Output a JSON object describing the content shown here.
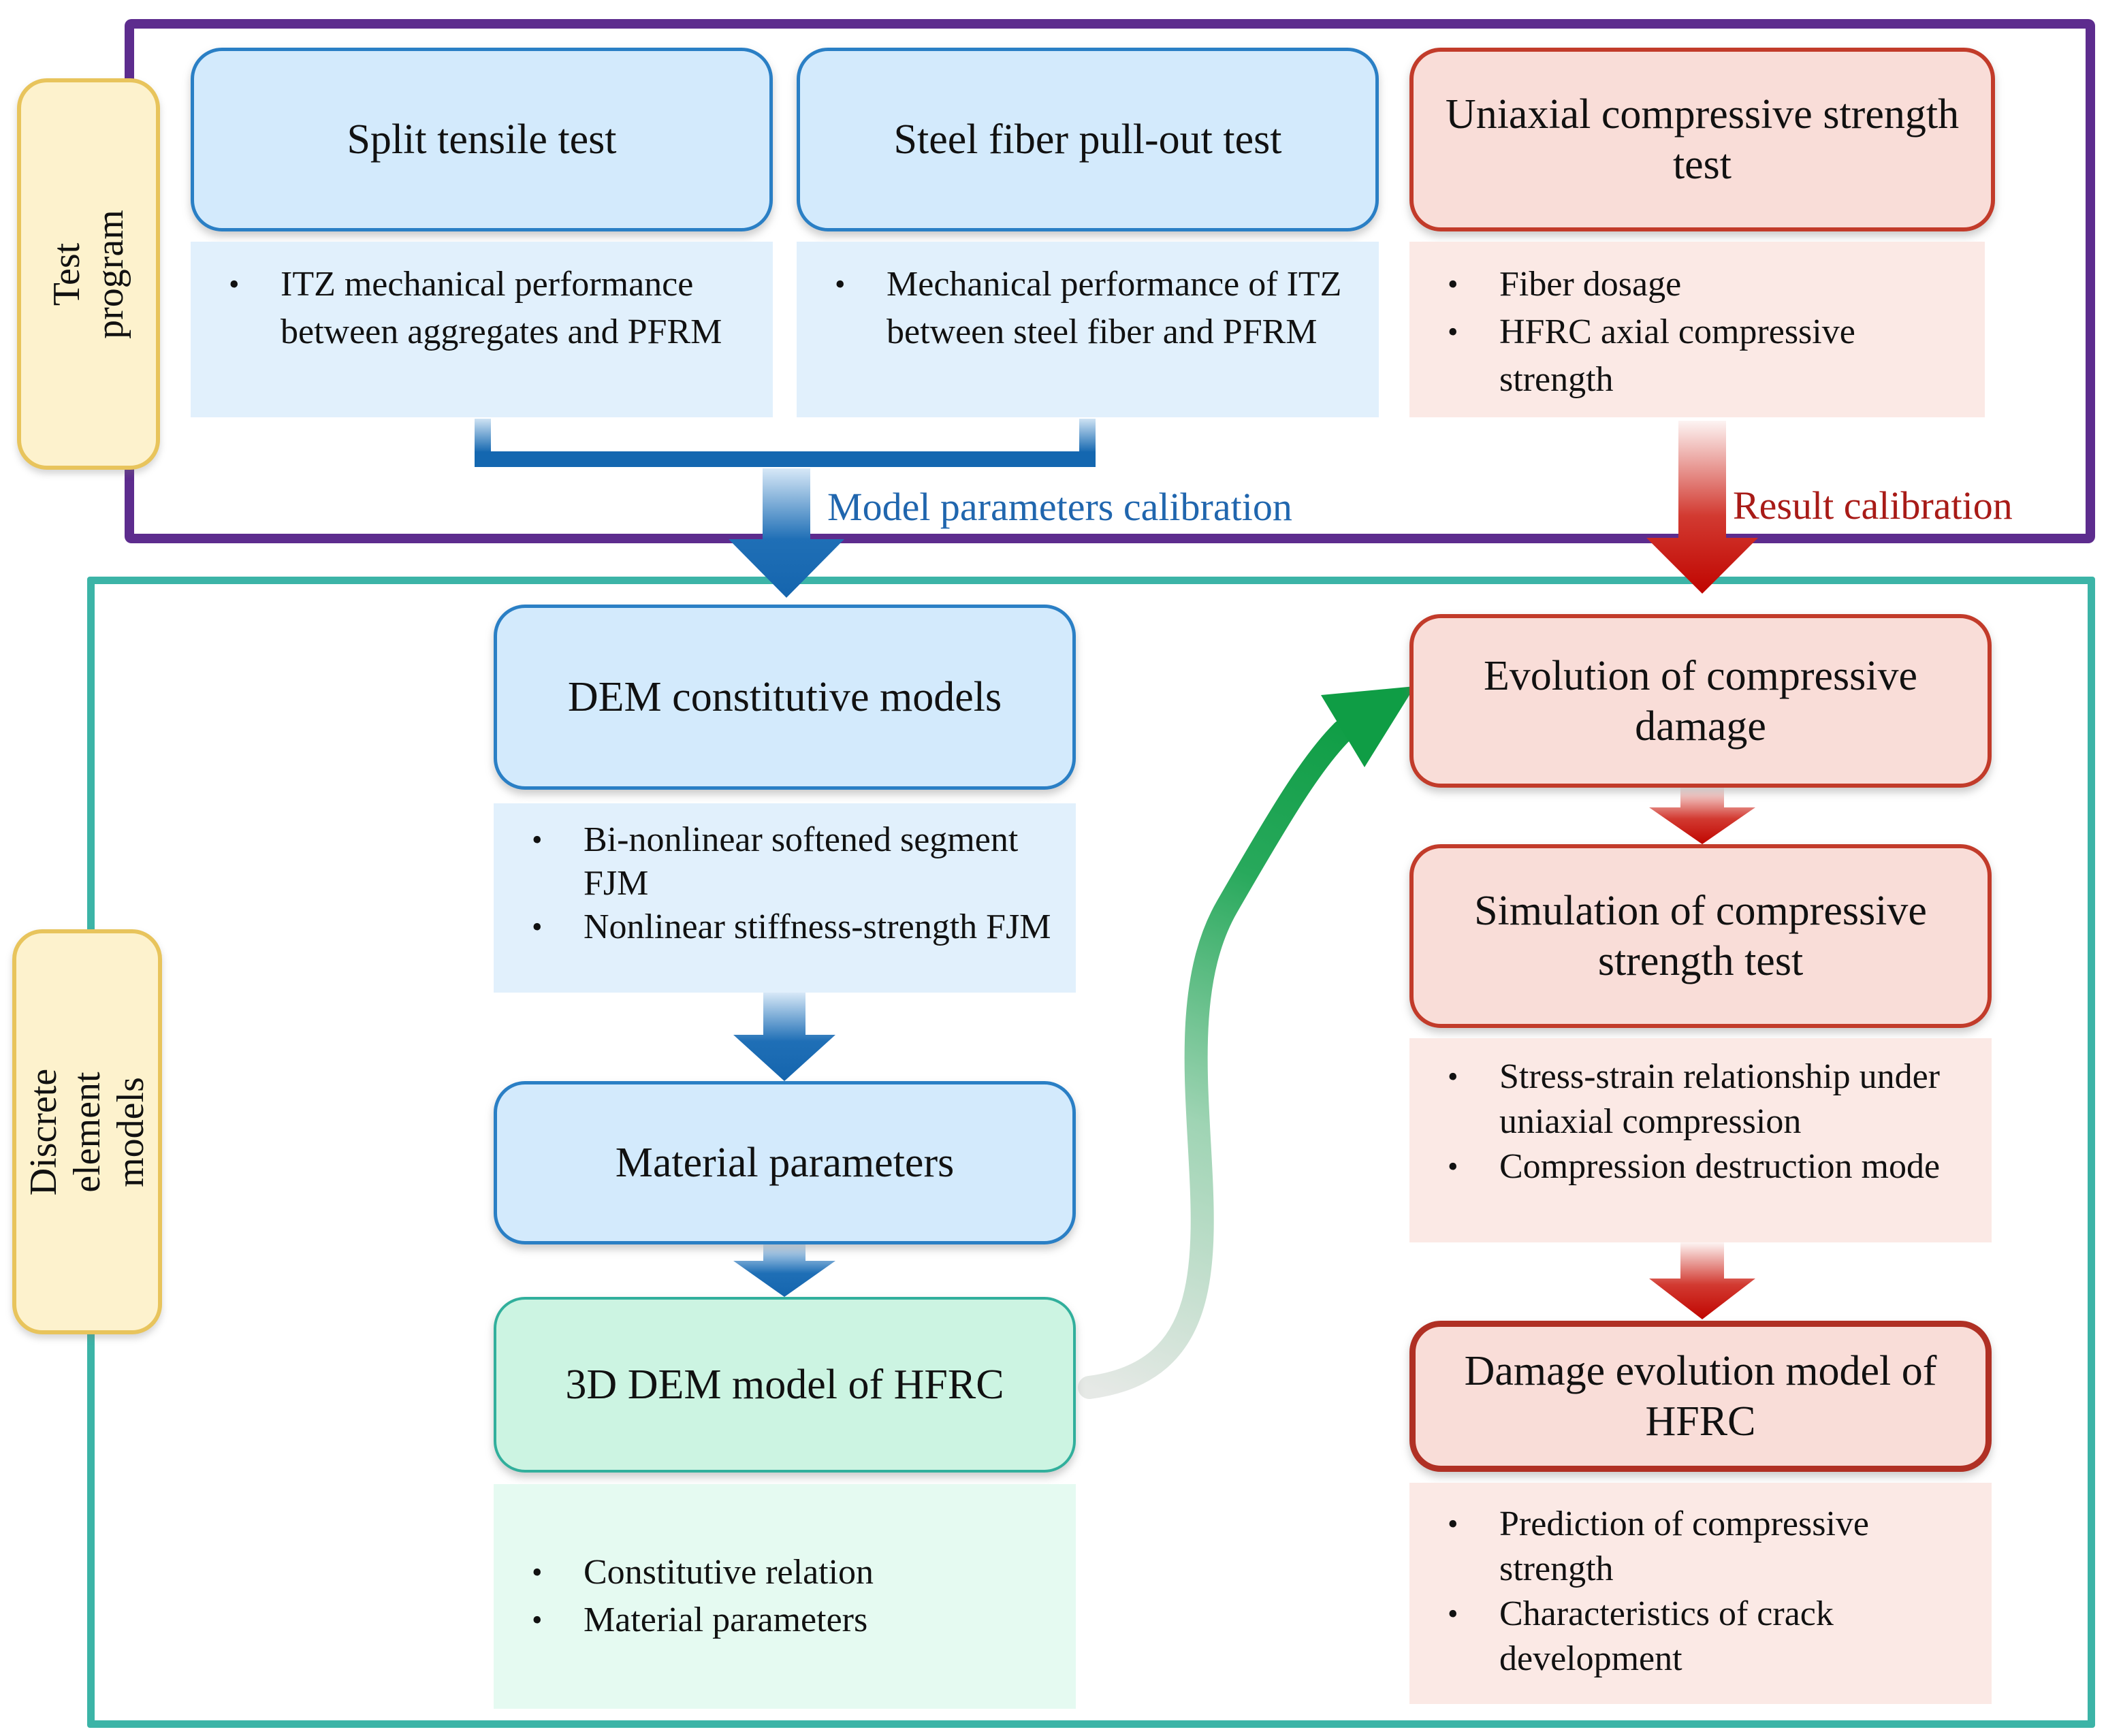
{
  "sections": {
    "test_program": {
      "label": "Test program"
    },
    "discrete_element_models": {
      "label": "Discrete element models"
    }
  },
  "top_row": {
    "split_tensile": {
      "title": "Split tensile test",
      "bullet1": "ITZ mechanical performance between aggregates and PFRM"
    },
    "fiber_pullout": {
      "title": "Steel fiber pull-out test",
      "bullet1": "Mechanical performance of ITZ between steel fiber and PFRM"
    },
    "uniaxial": {
      "title": "Uniaxial compressive strength test",
      "bullet1": "Fiber dosage",
      "bullet2": "HFRC axial compressive strength"
    }
  },
  "calibration": {
    "model_parameters_label": "Model parameters calibration",
    "result_label": "Result calibration"
  },
  "left_flow": {
    "dem_models": {
      "title": "DEM constitutive models",
      "bullet1": "Bi-nonlinear softened segment FJM",
      "bullet2": "Nonlinear stiffness-strength FJM"
    },
    "material_parameters": {
      "title": "Material parameters"
    },
    "dem_3d": {
      "title": "3D DEM model of HFRC",
      "bullet1": "Constitutive relation",
      "bullet2": "Material parameters"
    }
  },
  "right_flow": {
    "evolution": {
      "title": "Evolution of compressive damage"
    },
    "simulation": {
      "title": "Simulation of compressive strength test",
      "bullet1": "Stress-strain relationship under uniaxial compression",
      "bullet2": "Compression destruction mode"
    },
    "damage_model": {
      "title": "Damage evolution model of HFRC",
      "bullet1": "Prediction of compressive strength",
      "bullet2": "Characteristics of crack development"
    }
  },
  "colors": {
    "purple_frame": "#5d2c8e",
    "teal_frame": "#3cb4a7",
    "blue_box_fill": "#d3eafc",
    "blue_box_border": "#2a7fc5",
    "blue_panel_fill": "#e1f0fc",
    "red_box_fill": "#f9ddd8",
    "red_box_border": "#c23b2a",
    "red_panel_fill": "#fbe9e5",
    "green_box_fill": "#ccf4e2",
    "green_box_border": "#31af9c",
    "green_panel_fill": "#e5faf1",
    "yellow_label_fill": "#fdf2cd",
    "yellow_label_border": "#e8c45c",
    "blue_arrow": "#1565ae",
    "red_arrow": "#c00500",
    "green_arrow": "#0f9d45",
    "blue_caption_text": "#2066ae",
    "red_caption_text": "#a81b17"
  }
}
